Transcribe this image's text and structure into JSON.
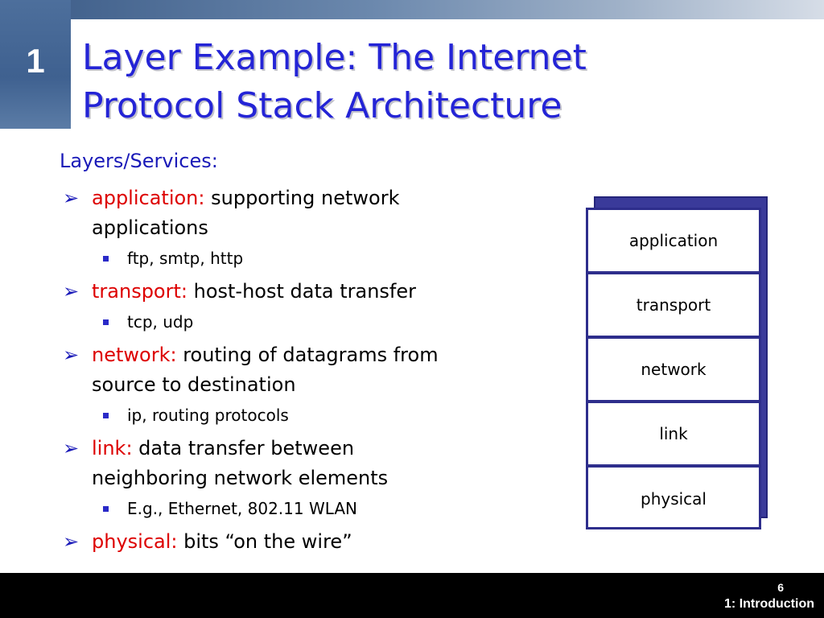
{
  "slide": {
    "section_number": "1",
    "title_line1": "Layer Example:  The Internet",
    "title_line2": "Protocol Stack Architecture",
    "subheading": "Layers/Services:",
    "bullets": [
      {
        "keyword": "application:",
        "text_line1": " supporting network",
        "text_line2": "applications",
        "sub": "ftp, smtp, http"
      },
      {
        "keyword": "transport:",
        "text_line1": " host-host data transfer",
        "text_line2": "",
        "sub": "tcp, udp"
      },
      {
        "keyword": "network:",
        "text_line1": " routing of datagrams from",
        "text_line2": "source to destination",
        "sub": "ip, routing protocols"
      },
      {
        "keyword": "link:",
        "text_line1": " data transfer between",
        "text_line2": "neighboring  network elements",
        "sub": "E.g., Ethernet, 802.11 WLAN"
      },
      {
        "keyword": "physical:",
        "text_line1": " bits “on the wire”",
        "text_line2": "",
        "sub": ""
      }
    ],
    "stack_layers": [
      "application",
      "transport",
      "network",
      "link",
      "physical"
    ]
  },
  "footer": {
    "page_number": "6",
    "chapter": "1: Introduction"
  },
  "colors": {
    "title": "#2424d6",
    "keyword": "#dd0000",
    "stack_border": "#2e2e8c"
  }
}
